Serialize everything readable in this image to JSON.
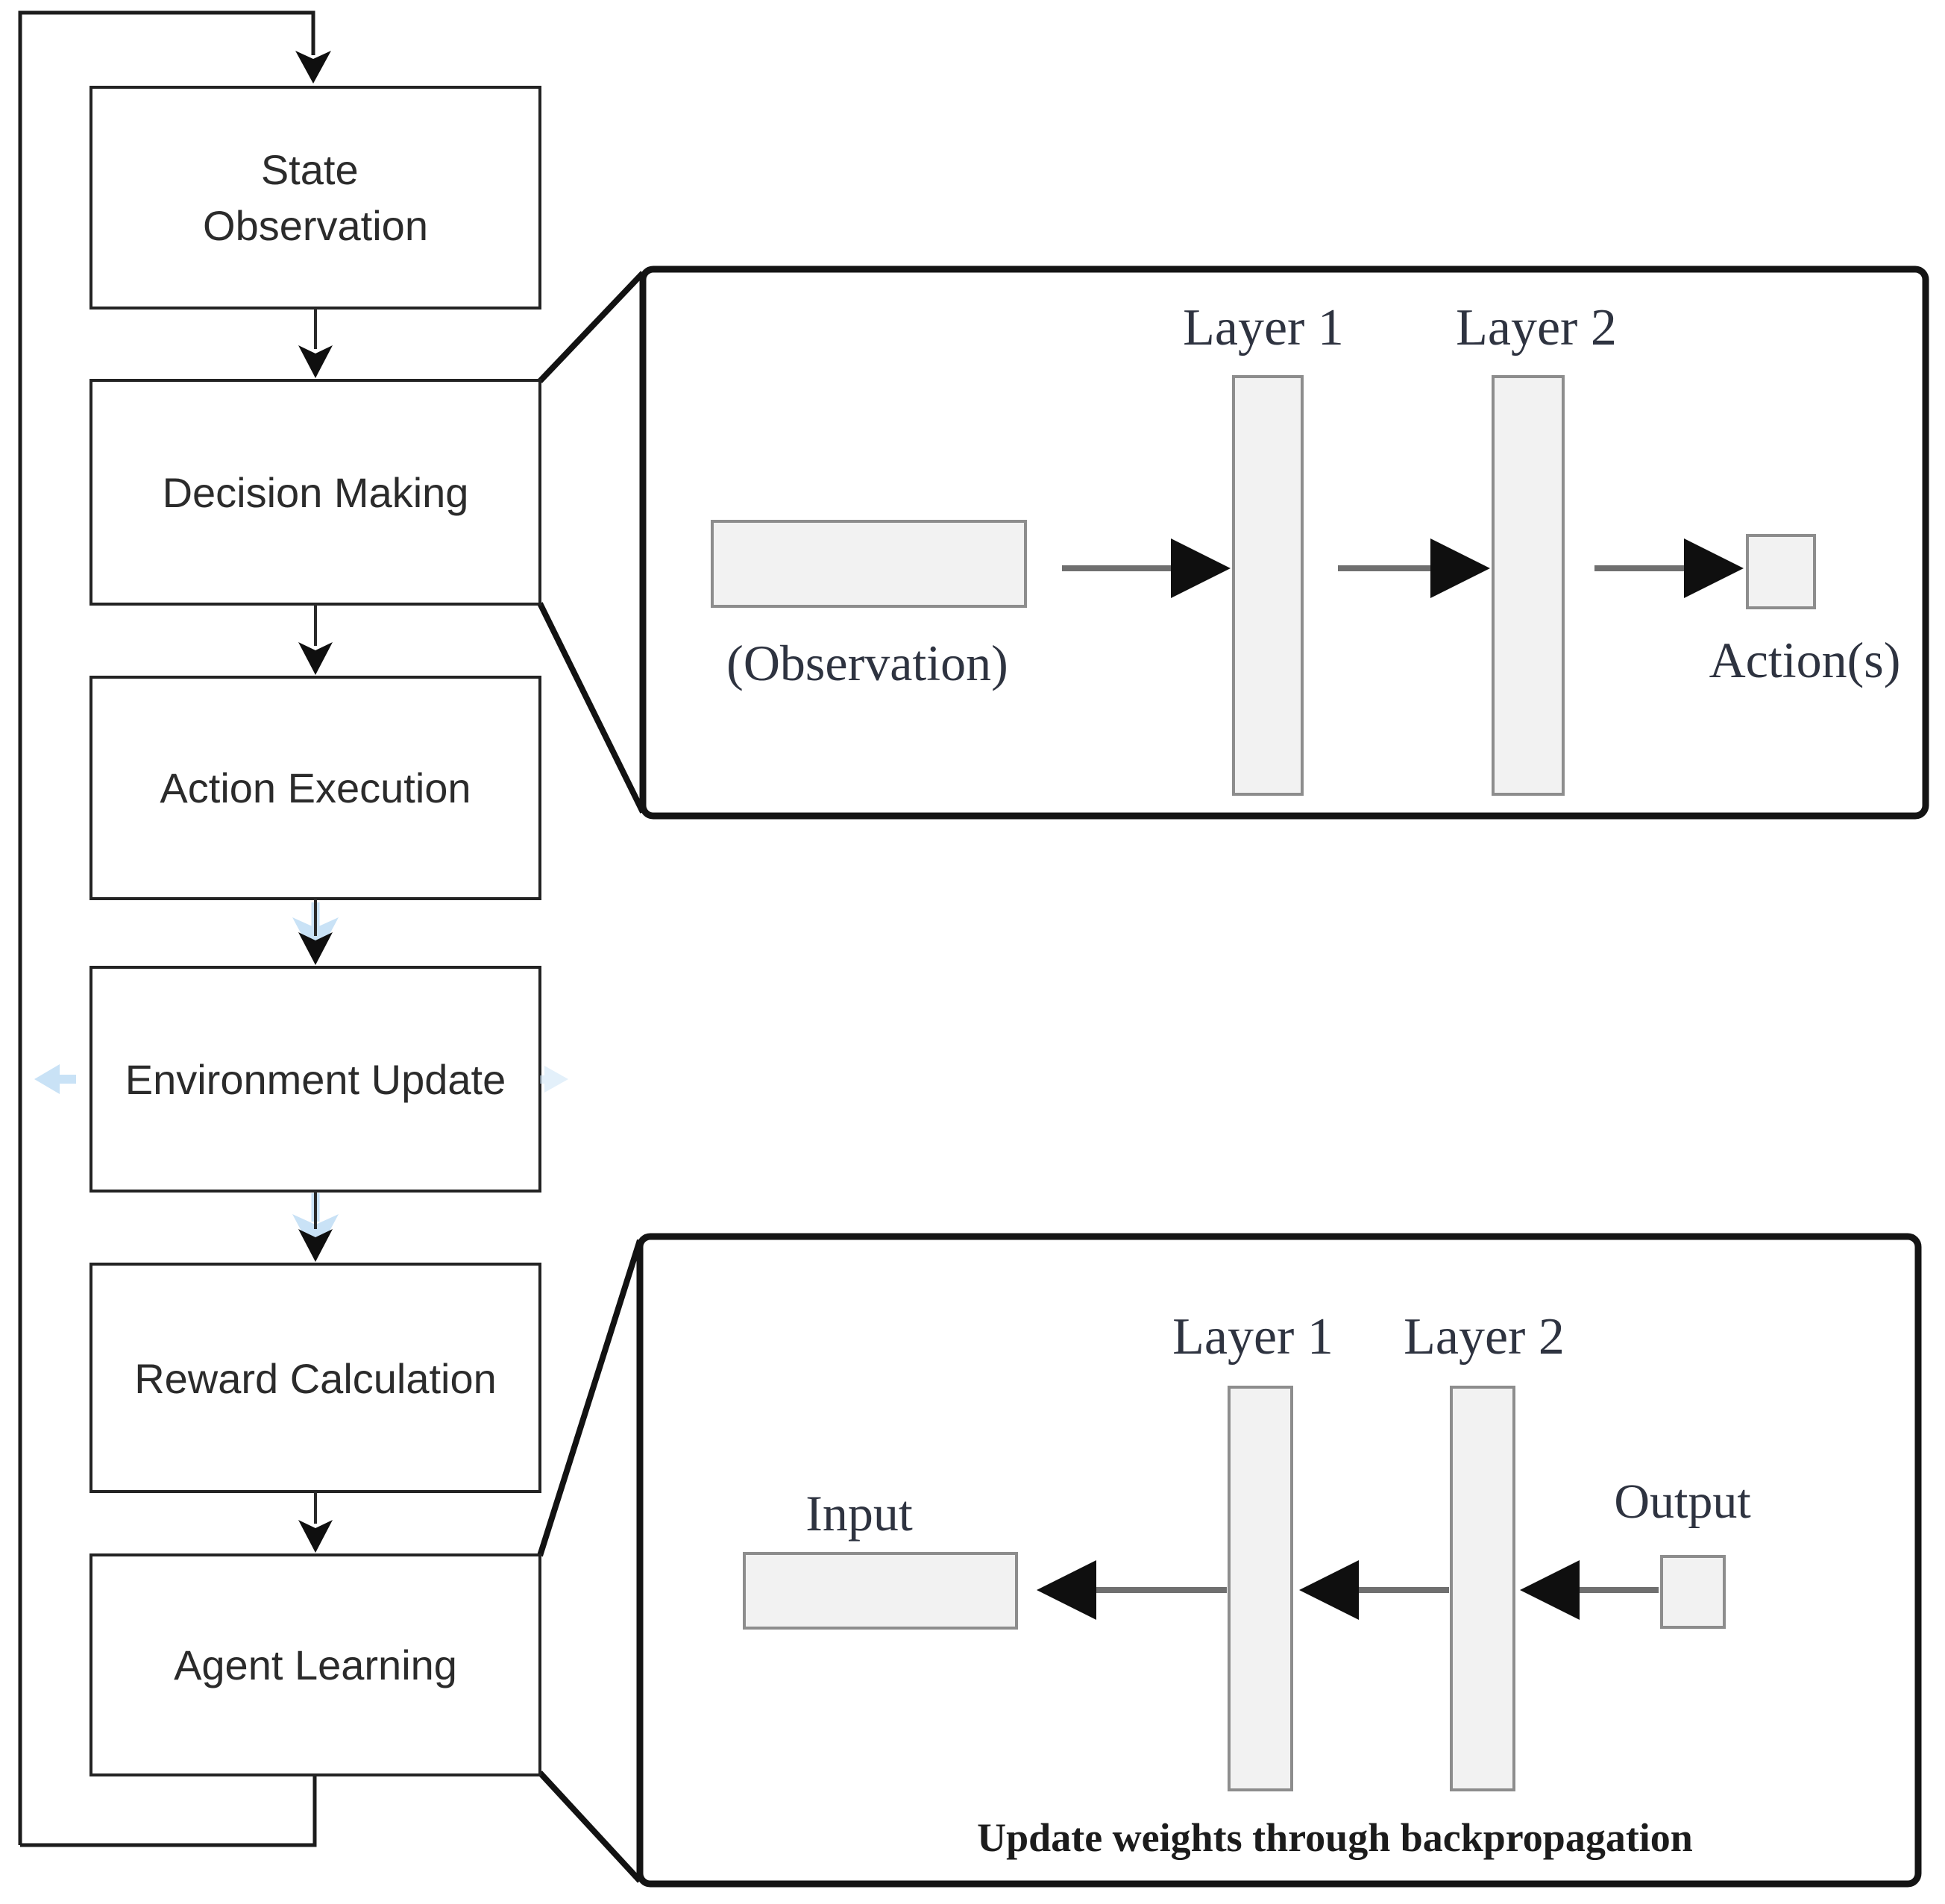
{
  "diagram_title": "Reinforcement learning loop with neural network forward pass and backpropagation insets",
  "colors": {
    "line": "#1c1c1c",
    "box_fill": "#ffffff",
    "bar_fill": "#f2f2f2",
    "bar_stroke": "#8d8d8d",
    "arrow_head": "#0f0f0f",
    "light_blue": "#c9e2f6"
  },
  "flowchart": {
    "nodes": [
      {
        "id": "state-observation",
        "label": "State Observation",
        "line1": "State",
        "line2": "Observation"
      },
      {
        "id": "decision-making",
        "label": "Decision Making"
      },
      {
        "id": "action-execution",
        "label": "Action Execution"
      },
      {
        "id": "environment-update",
        "label": "Environment Update"
      },
      {
        "id": "reward-calculation",
        "label": "Reward Calculation"
      },
      {
        "id": "agent-learning",
        "label": "Agent Learning"
      }
    ]
  },
  "forward_inset": {
    "layer1_label": "Layer 1",
    "layer2_label": "Layer 2",
    "input_label": "(Observation)",
    "output_label": "Action(s)"
  },
  "backward_inset": {
    "layer1_label": "Layer 1",
    "layer2_label": "Layer 2",
    "input_label": "Input",
    "output_label": "Output",
    "caption": "Update weights through backpropagation"
  }
}
